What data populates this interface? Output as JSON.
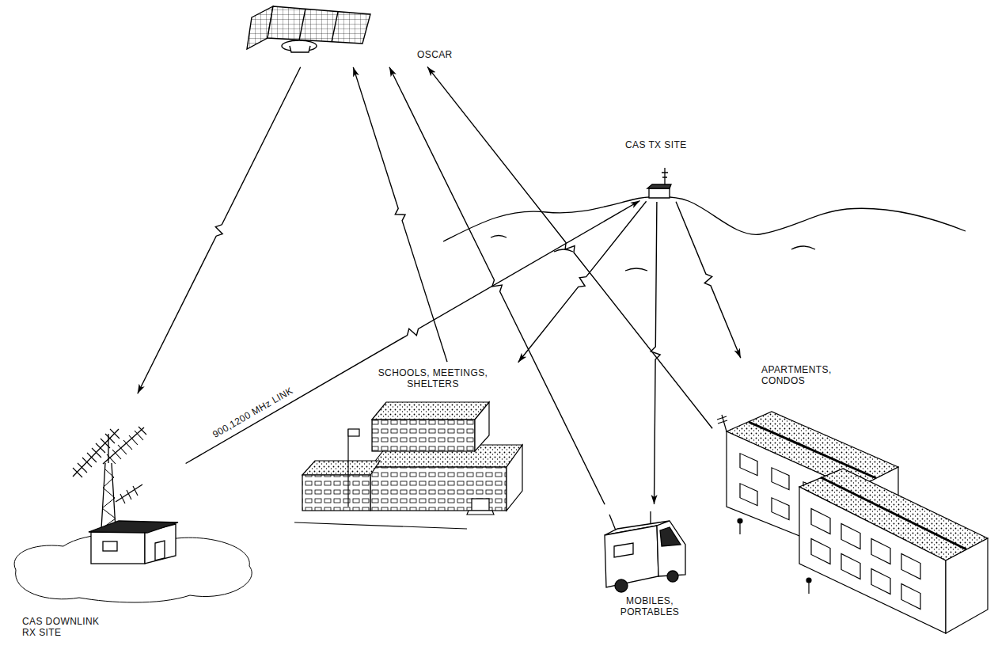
{
  "diagram": {
    "nodes": [
      {
        "text": [
          "OSCAR"
        ]
      },
      {
        "text": [
          "CAS TX SITE"
        ]
      },
      {
        "text": [
          "SCHOOLS, MEETINGS, SHELTERS"
        ]
      },
      {
        "text": [
          "APARTMENTS, CONDOS"
        ]
      },
      {
        "text": [
          "MOBILES, PORTABLES"
        ]
      },
      {
        "text": [
          "CAS DOWNLINK RX SITE"
        ]
      }
    ],
    "edges": [
      {
        "from": 0,
        "to": 5,
        "arrow": "to"
      },
      {
        "from": 2,
        "to": 0,
        "arrow": "to"
      },
      {
        "from": 4,
        "to": 0,
        "arrow": "to"
      },
      {
        "from": 3,
        "to": 0,
        "arrow": "to"
      },
      {
        "from": 5,
        "to": 1,
        "label": "900,1200 MHz LINK",
        "arrow": "to"
      },
      {
        "from": 1,
        "to": 2,
        "arrow": "to"
      },
      {
        "from": 1,
        "to": 4,
        "arrow": "to"
      },
      {
        "from": 1,
        "to": 3,
        "arrow": "to"
      }
    ]
  }
}
